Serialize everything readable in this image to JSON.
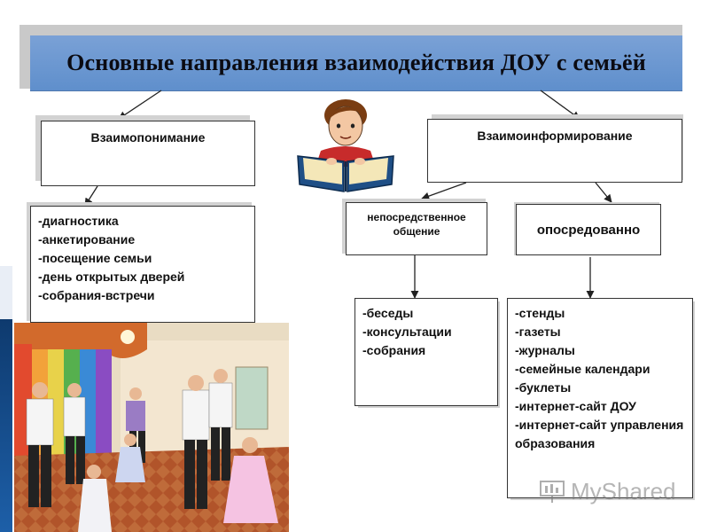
{
  "title": "Основные направления взаимодействия ДОУ с семьёй",
  "nodes": {
    "understanding": {
      "label": "Взаимопонимание"
    },
    "informing": {
      "label": "Взаимоинформирование"
    },
    "direct": {
      "label": "непосредственное общение"
    },
    "indirect": {
      "label": "опосредованно"
    }
  },
  "understanding_items": [
    "-диагностика",
    "-анкетирование",
    "-посещение семьи",
    "-день открытых дверей",
    "-собрания-встречи"
  ],
  "direct_items": [
    "-беседы",
    "-консультации",
    "-собрания"
  ],
  "indirect_items": [
    "-стенды",
    "-газеты",
    "-журналы",
    "-семейные календари",
    "-буклеты",
    "-интернет-сайт ДОУ",
    "-интернет-сайт управления образования"
  ],
  "icons": {
    "reader": "person-reading-book-icon",
    "photo": "children-party-photo",
    "watermark": "presentation-icon"
  },
  "watermark_text": "MyShared",
  "colors": {
    "banner": "#6b96cf",
    "deco": "#1d5fa8",
    "box_border": "#333333"
  }
}
